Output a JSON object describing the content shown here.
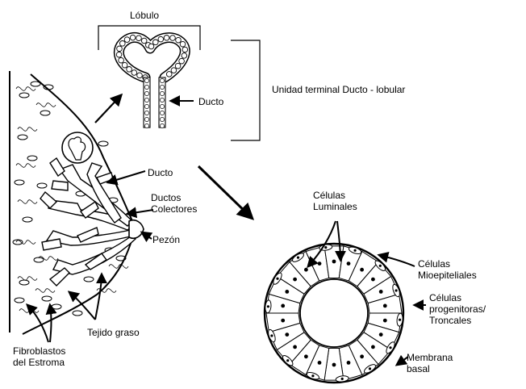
{
  "labels": {
    "lobulo": "Lóbulo",
    "ducto_lobulo": "Ducto",
    "unidad_terminal": "Unidad terminal Ducto - lobular",
    "ducto": "Ducto",
    "ductos_colectores": [
      "Ductos",
      "Colectores"
    ],
    "pezon": "Pezón",
    "tejido_graso": "Tejido graso",
    "fibroblastos": [
      "Fibroblastos",
      "del Estroma"
    ],
    "celulas_luminales": [
      "Células",
      "Luminales"
    ],
    "celulas_mioepiteliales": [
      "Células",
      "Mioepiteliales"
    ],
    "celulas_progenitoras": [
      "Células",
      "progenitoras/",
      "Troncales"
    ],
    "membrana_basal": [
      "Membrana",
      "basal"
    ]
  }
}
